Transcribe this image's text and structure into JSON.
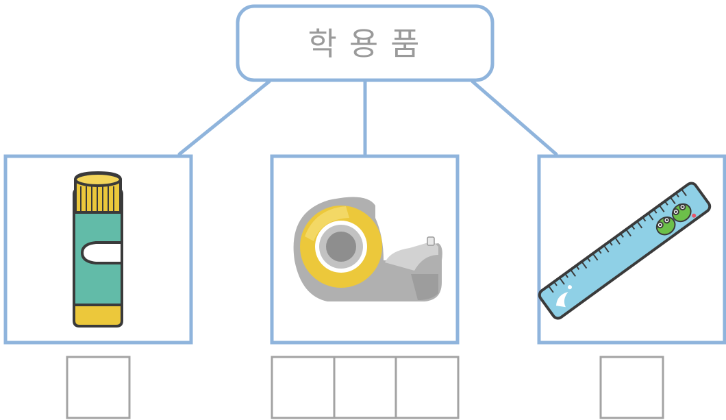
{
  "root": {
    "label": "학용품"
  },
  "children": [
    {
      "item": "glue-stick",
      "answer_boxes": 1
    },
    {
      "item": "tape-dispenser",
      "answer_boxes": 3
    },
    {
      "item": "ruler",
      "answer_boxes": 1
    }
  ],
  "colors": {
    "frame": "#8fb4dc",
    "answer_box": "#a3a3a3",
    "root_text": "#9a9a9a"
  }
}
